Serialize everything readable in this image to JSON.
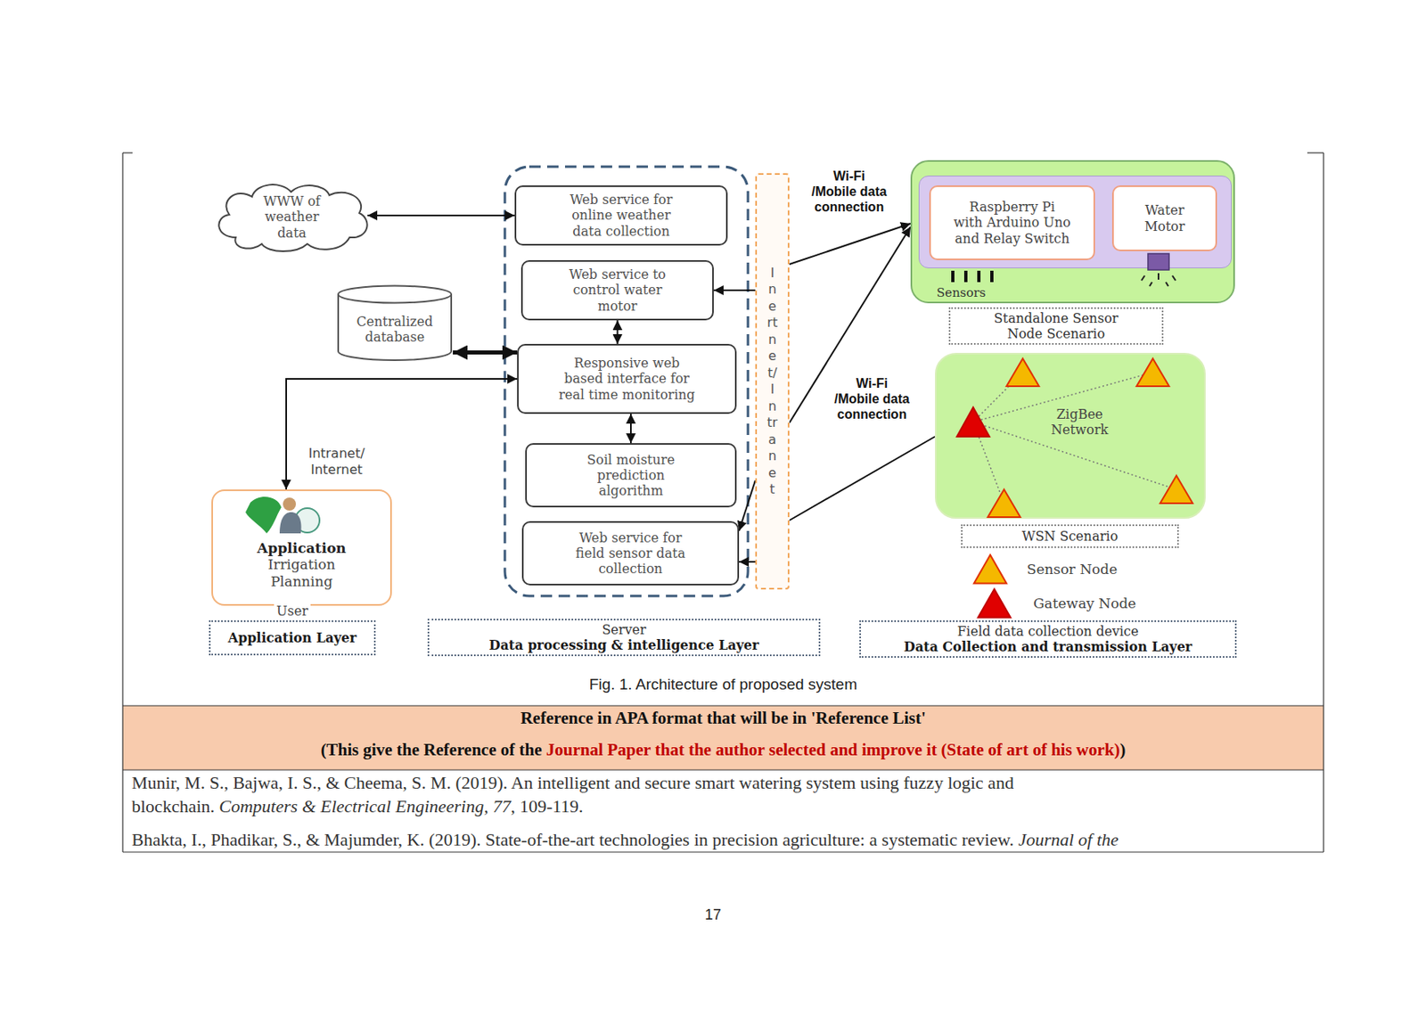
{
  "diagram": {
    "caption": "Fig. 1. Architecture of proposed system",
    "nodes": [
      {
        "text": [
          "WWW of weather data"
        ]
      },
      {
        "text": [
          "Web service for online weather data collection"
        ]
      },
      {
        "text": [
          "Web service to control water motor"
        ]
      },
      {
        "text": [
          "Centralized database"
        ]
      },
      {
        "text": [
          "Responsive web based interface for real time monitoring"
        ]
      },
      {
        "text": [
          "Soil moisture prediction algorithm"
        ]
      },
      {
        "text": [
          "Web service for field sensor data collection"
        ]
      },
      {
        "text": [
          "Inertnet/Intranet"
        ]
      },
      {
        "text": [
          "Application",
          "Irrigation Planning"
        ]
      },
      {
        "text": [
          "Application Layer"
        ]
      },
      {
        "text": [
          "Server",
          "Data processing & intelligence Layer"
        ]
      },
      {
        "text": [
          "Sensors"
        ]
      },
      {
        "text": [
          "Raspberry Pi with Arduino Uno and Relay Switch"
        ],
        "in": 11
      },
      {
        "text": [
          "Water Motor"
        ],
        "in": 11
      },
      {
        "text": [
          "Standalone Sensor Node Scenario"
        ]
      },
      {
        "text": [
          "ZigBee Network"
        ]
      },
      {
        "text": [
          "WSN Scenario"
        ]
      },
      {
        "text": [
          "Field data collection device",
          "Data Collection and transmission Layer"
        ]
      }
    ],
    "edges": [
      {
        "from": 0,
        "to": 1,
        "arrow": "both"
      },
      {
        "from": 3,
        "to": 4,
        "arrow": "both"
      },
      {
        "from": 2,
        "to": 4,
        "arrow": "both"
      },
      {
        "from": 4,
        "to": 5,
        "arrow": "both"
      },
      {
        "from": 4,
        "to": 8,
        "arrow": "both",
        "label": "Intranet/ Internet"
      },
      {
        "from": 7,
        "to": 2,
        "arrow": "to"
      },
      {
        "from": 7,
        "to": 6,
        "arrow": "to"
      },
      {
        "from": 7,
        "to": 6,
        "arrow": "to"
      },
      {
        "from": 7,
        "to": 11,
        "arrow": "to"
      },
      {
        "from": 7,
        "to": 11,
        "arrow": "to"
      },
      {
        "from": 15,
        "to": 7,
        "arrow": "none"
      },
      {
        "from": 12,
        "to": 13,
        "arrow": "to"
      }
    ],
    "labels": [
      "Wi-Fi /Mobile data connection",
      "Wi-Fi /Mobile data connection",
      "User",
      "Reference in APA format that will be in 'Reference List'",
      "(This give the Reference of the",
      "Journal Paper that the author selected and improve it (State of art of his work)",
      ")",
      "Munir, M. S., Bajwa, I. S., & Cheema, S. M. (2019). An intelligent and secure smart watering system using fuzzy logic and blockchain.",
      "Computers & Electrical Engineering, 77",
      ", 109-119.",
      "Bhakta, I., Phadikar, S., & Majumder, K. (2019). State-of-the-art technologies in precision agriculture: a systematic review.",
      "Journal of the",
      "17"
    ],
    "legend": [
      {
        "text": "Sensor Node"
      },
      {
        "text": "Gateway Node"
      }
    ]
  }
}
